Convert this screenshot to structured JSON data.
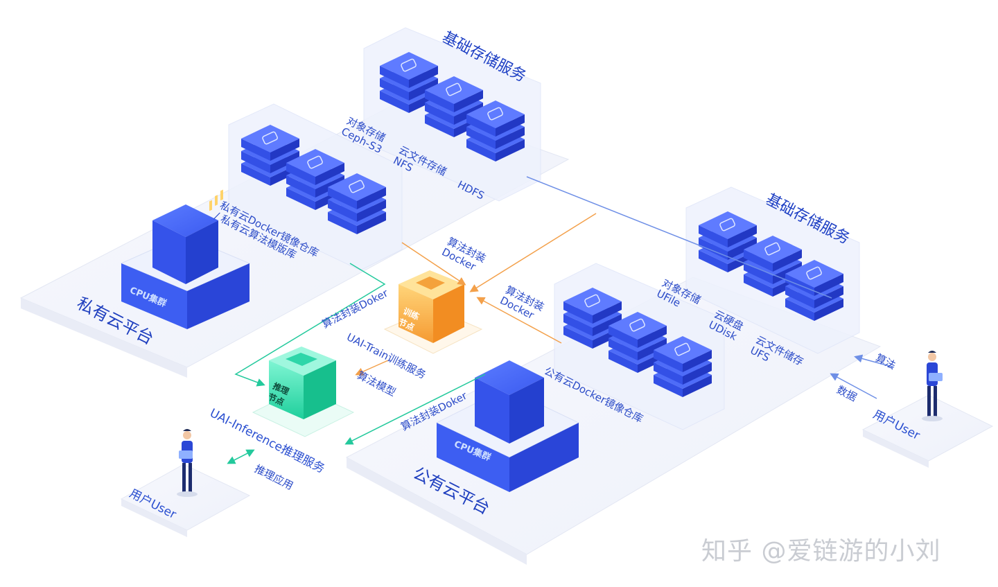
{
  "storage_top": {
    "title": "基础存储服务",
    "items": [
      "对象存储\nCeph-S3",
      "云文件存储\nNFS",
      "HDFS"
    ]
  },
  "storage_right": {
    "title": "基础存储服务",
    "items": [
      "对象存储\nUFile",
      "云硬盘\nUDisk",
      "云文件储存\nUFS"
    ]
  },
  "private_cloud": {
    "title": "私有云平台",
    "cpu_label": "CPU集群",
    "docker_label": "私有云Docker镜像仓库\n/ 私有云算法模版库"
  },
  "public_cloud": {
    "title": "公有云平台",
    "cpu_label": "CPU集群",
    "docker_label": "公有云Docker镜像仓库"
  },
  "train_node": {
    "label": "训练\n节点",
    "service": "UAI-Train训练服务",
    "pack_from_private": "算法封装\nDocker",
    "pack_from_public": "算法封装\nDocker"
  },
  "infer_node": {
    "label": "推理\n节点",
    "service": "UAI-Inference推理服务",
    "pack_from_private": "算法封装Doker",
    "pack_from_public": "算法封装Doker",
    "model_flow": "算法模型"
  },
  "user_left": {
    "label": "用户User",
    "flow": "推理应用"
  },
  "user_right": {
    "label": "用户User",
    "flow_algo": "算法",
    "flow_data": "数据"
  },
  "watermark": "知乎 @爱链游的小刘",
  "colors": {
    "platform": "#f3f5fb",
    "rack_blue": "#3b5cf0",
    "rack_dark": "#2437c8",
    "cpu_blue": "#3d5ef2",
    "train_orange": "#f4a23c",
    "infer_green": "#2ed6a9",
    "line_blue": "#6e8fe6",
    "line_orange": "#f3a04a",
    "line_green": "#23c99c"
  },
  "icons": [
    "server-rack-icon",
    "cpu-chip-icon",
    "person-icon",
    "arrow-icon"
  ]
}
